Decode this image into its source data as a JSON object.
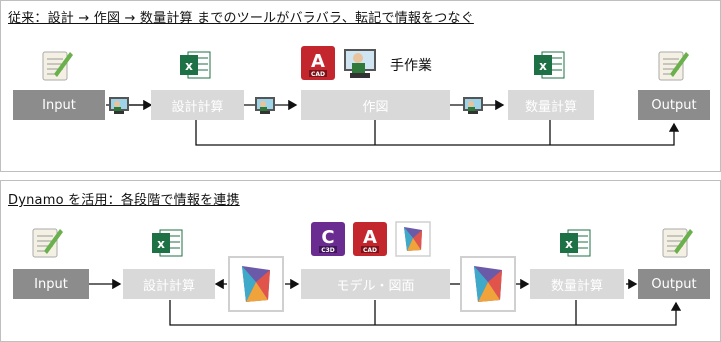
{
  "top": {
    "title": "従来：設計 → 作図 → 数量計算 までのツールがバラバラ、転記で情報をつなぐ",
    "input": "Input",
    "design_calc": "設計計算",
    "drawing": "作図",
    "quantity_calc": "数量計算",
    "output": "Output",
    "manual_work": "手作業"
  },
  "bottom": {
    "title": "Dynamo を活用：各段階で情報を連携",
    "input": "Input",
    "design_calc": "設計計算",
    "model_drawing": "モデル・図面",
    "quantity_calc": "数量計算",
    "output": "Output"
  },
  "icons": {
    "excel_letter": "x",
    "autocad_letter": "A",
    "autocad_caption": "CAD",
    "civil3d_letter": "C",
    "civil3d_caption": "C3D"
  },
  "colors": {
    "dark_box": "#8c8c8c",
    "light_box": "#d9d9d9",
    "excel": "#1e7145",
    "autocad": "#c4262e",
    "civil3d": "#6b2c91"
  }
}
